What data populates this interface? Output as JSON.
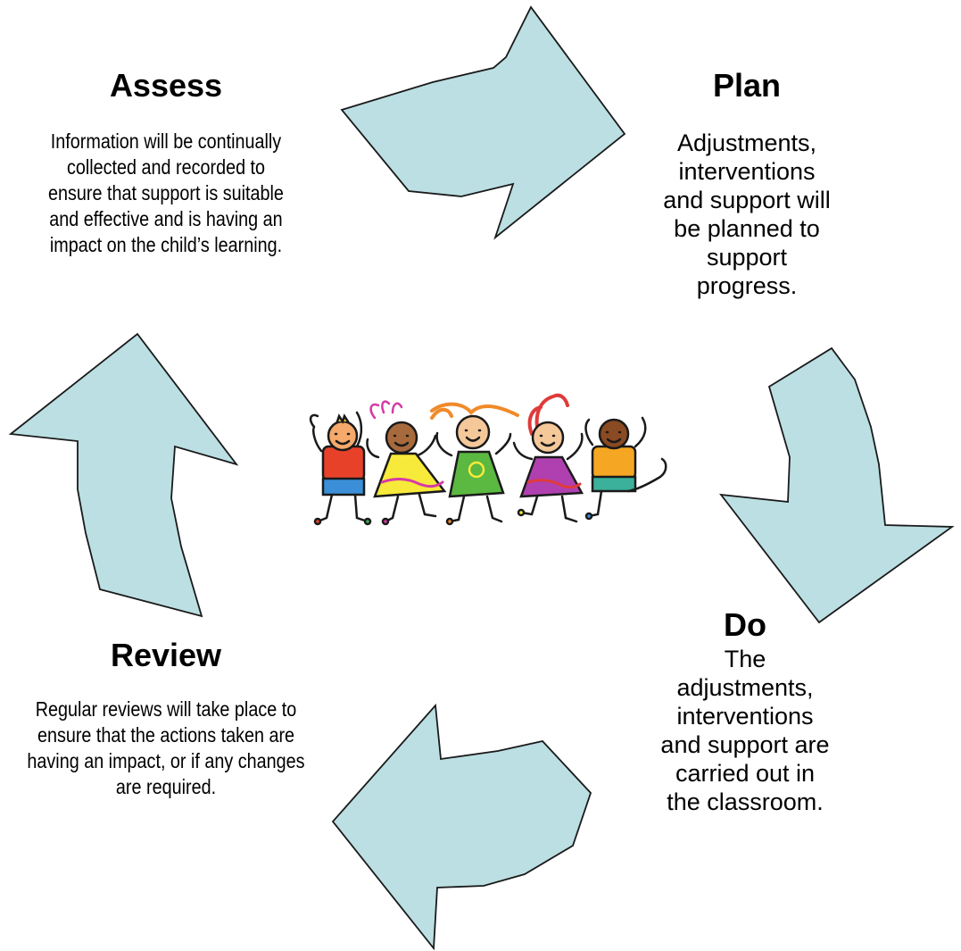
{
  "colors": {
    "arrow_fill": "#bbdfe3",
    "arrow_stroke": "#1a1a1a"
  },
  "assess": {
    "title": "Assess",
    "lines": [
      "Information will be continually",
      "collected and recorded to",
      "ensure that support is suitable",
      "and effective and is having an",
      "impact on the child’s learning."
    ]
  },
  "plan": {
    "title": "Plan",
    "lines": [
      "Adjustments,",
      "interventions",
      "and support will",
      "be planned to",
      "support",
      "progress."
    ]
  },
  "do": {
    "title": "Do",
    "lines": [
      "The",
      "adjustments,",
      "interventions",
      "and support are",
      "carried out in",
      "the classroom."
    ]
  },
  "review": {
    "title": "Review",
    "lines": [
      "Regular reviews will take place to",
      "ensure that the actions taken are",
      "having an impact, or if any changes",
      "are required."
    ]
  },
  "illustration": {
    "subject": "dancing-children-clipart"
  }
}
